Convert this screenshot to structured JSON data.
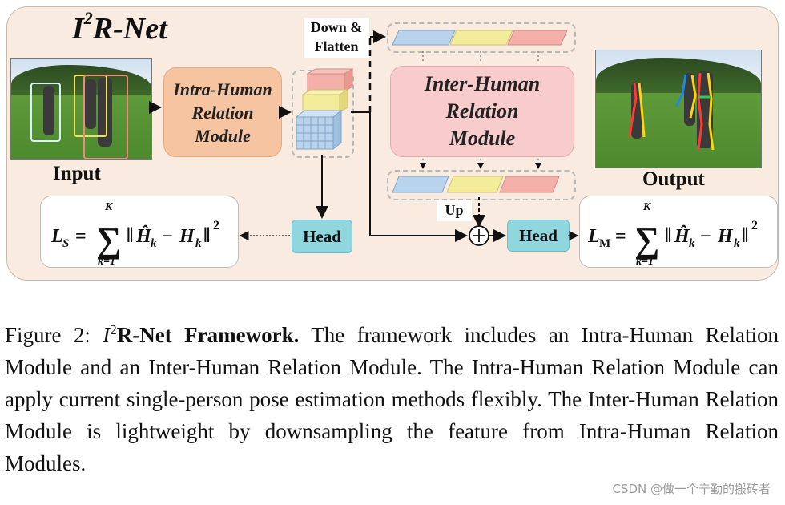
{
  "diagram": {
    "title_main": "I",
    "title_sup": "2",
    "title_rest": "R-Net",
    "input_label": "Input",
    "output_label": "Output",
    "intra_module": [
      "Intra-Human",
      "Relation",
      "Module"
    ],
    "inter_module": [
      "Inter-Human",
      "Relation",
      "Module"
    ],
    "down_flatten": [
      "Down &",
      "Flatten"
    ],
    "up_label": "Up",
    "head_left": "Head",
    "head_right": "Head",
    "loss_s_symbol": "S",
    "loss_m_symbol": "M",
    "sum_upper": "K",
    "sum_lower": "k=1"
  },
  "colors": {
    "panel_bg": "#f9ebe0",
    "intra_module": "#f7c4a1",
    "inter_module": "#f8cccd",
    "head": "#8fd6df",
    "feature_blue": "#b9d3ec",
    "feature_yellow": "#f3ec9a",
    "feature_red": "#f2b0a8"
  },
  "caption": {
    "figure": "Figure 2:",
    "title_i": "I",
    "title_sup": "2",
    "title_bold": "R-Net Framework.",
    "body": "The framework includes an Intra-Human Relation Module and an Inter-Human Relation Module. The Intra-Human Relation Module can apply current single-person pose estimation methods flexibly. The Inter-Human Relation Module is lightweight by downsampling the feature from Intra-Human Relation Modules."
  },
  "watermark": "CSDN @做一个辛勤的搬砖者"
}
